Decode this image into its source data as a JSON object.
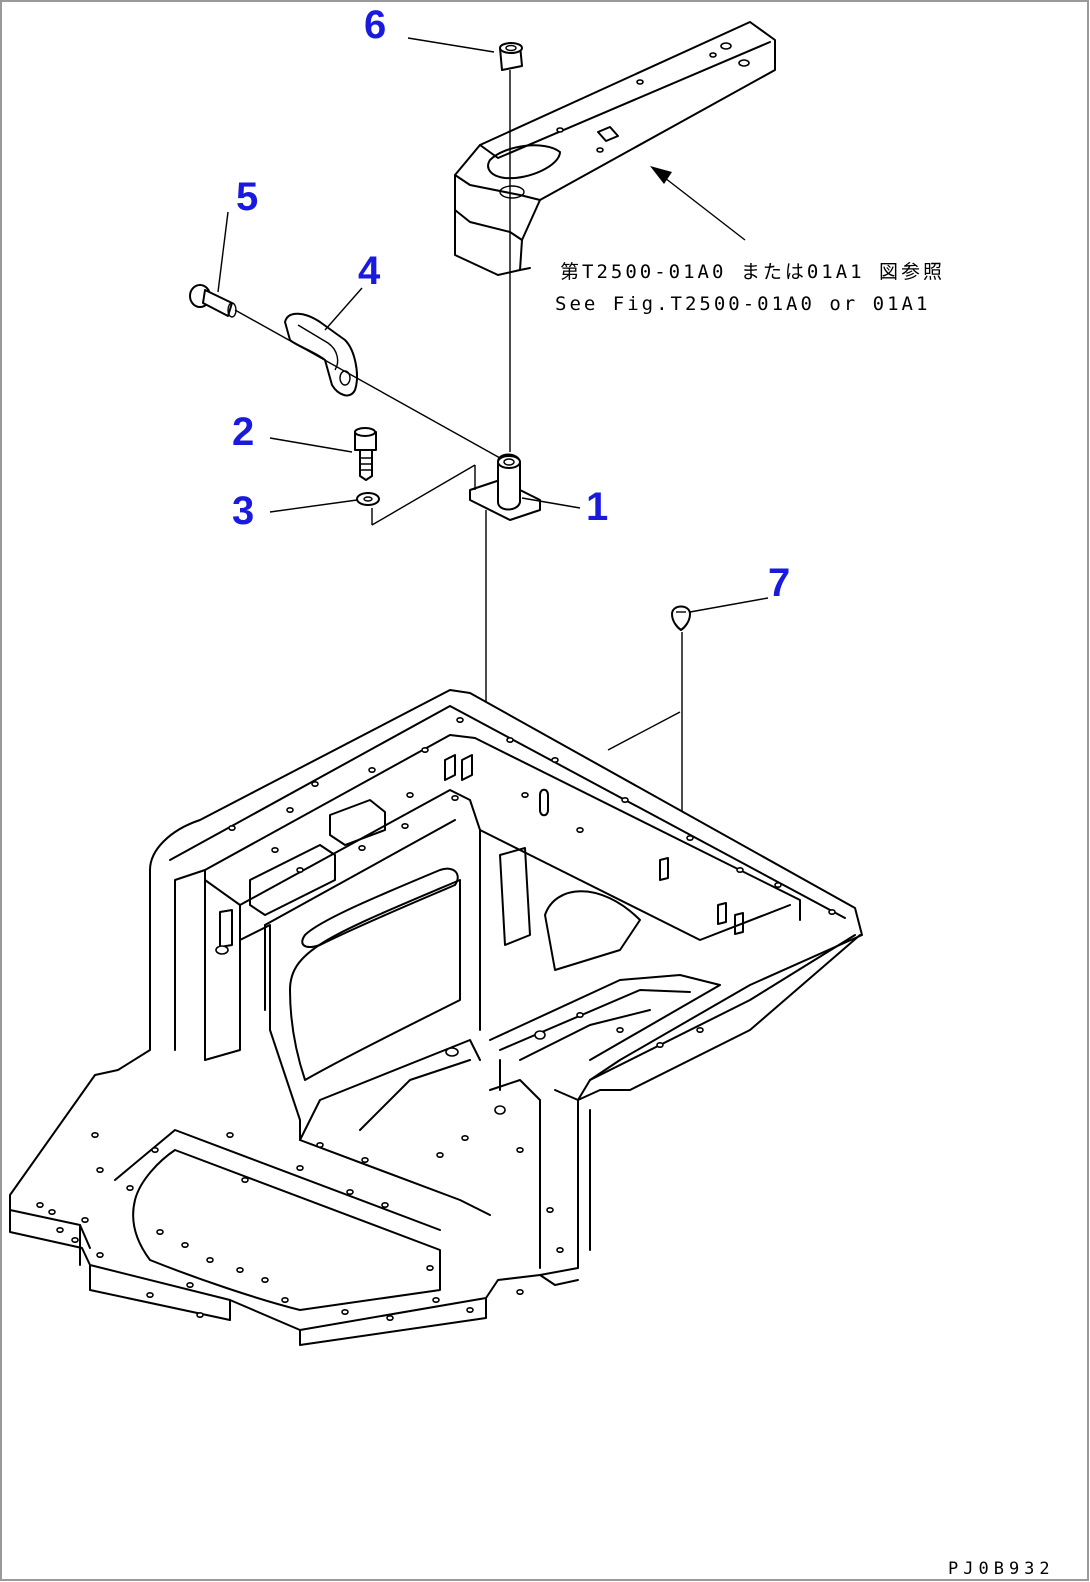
{
  "callouts": {
    "c1": "1",
    "c2": "2",
    "c3": "3",
    "c4": "4",
    "c5": "5",
    "c6": "6",
    "c7": "7"
  },
  "reference_note": {
    "jp": "第T2500-01A0 または01A1 図参照",
    "en": "See Fig.T2500-01A0 or 01A1"
  },
  "drawing_code": "PJ0B932",
  "colors": {
    "callout": "#1a1adf",
    "line": "#000000",
    "background": "#ffffff"
  }
}
